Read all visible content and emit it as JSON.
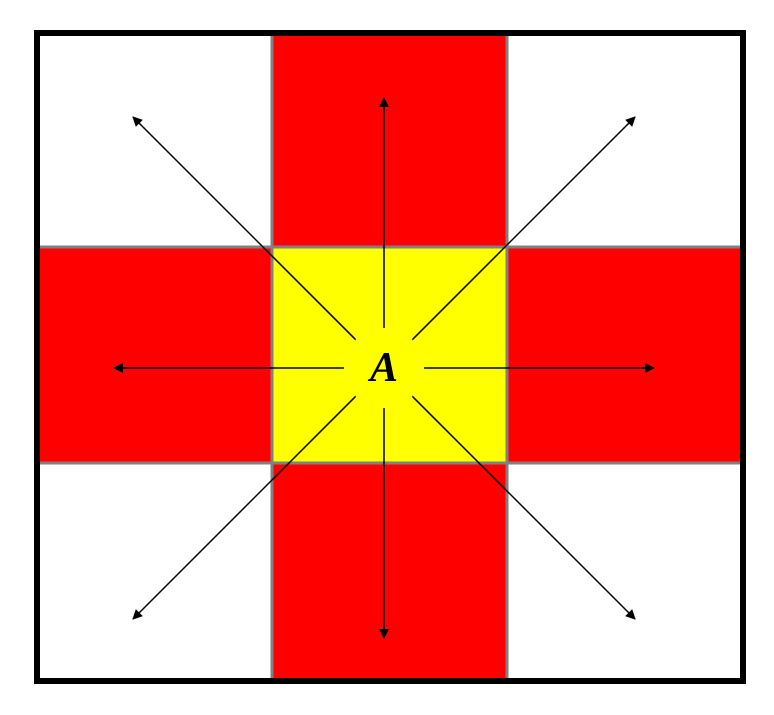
{
  "grid": {
    "rows": 3,
    "cols": 3,
    "cells": [
      {
        "row": 0,
        "col": 0,
        "role": "corner"
      },
      {
        "row": 0,
        "col": 1,
        "role": "edge"
      },
      {
        "row": 0,
        "col": 2,
        "role": "corner"
      },
      {
        "row": 1,
        "col": 0,
        "role": "edge"
      },
      {
        "row": 1,
        "col": 1,
        "role": "center"
      },
      {
        "row": 1,
        "col": 2,
        "role": "edge"
      },
      {
        "row": 2,
        "col": 0,
        "role": "corner"
      },
      {
        "row": 2,
        "col": 1,
        "role": "edge"
      },
      {
        "row": 2,
        "col": 2,
        "role": "corner"
      }
    ]
  },
  "center": {
    "label": "A"
  },
  "arrows": [
    {
      "name": "up",
      "dir": [
        0,
        -1
      ]
    },
    {
      "name": "down",
      "dir": [
        0,
        1
      ]
    },
    {
      "name": "left",
      "dir": [
        -1,
        0
      ]
    },
    {
      "name": "right",
      "dir": [
        1,
        0
      ]
    },
    {
      "name": "up-left",
      "dir": [
        -1,
        -1
      ]
    },
    {
      "name": "up-right",
      "dir": [
        1,
        -1
      ]
    },
    {
      "name": "down-left",
      "dir": [
        -1,
        1
      ]
    },
    {
      "name": "down-right",
      "dir": [
        1,
        1
      ]
    }
  ],
  "colors": {
    "corner": "#ffffff",
    "edge": "#ff0000",
    "center": "#ffff00",
    "border": "#000000",
    "grid_line": "#808080",
    "arrow": "#000000"
  }
}
